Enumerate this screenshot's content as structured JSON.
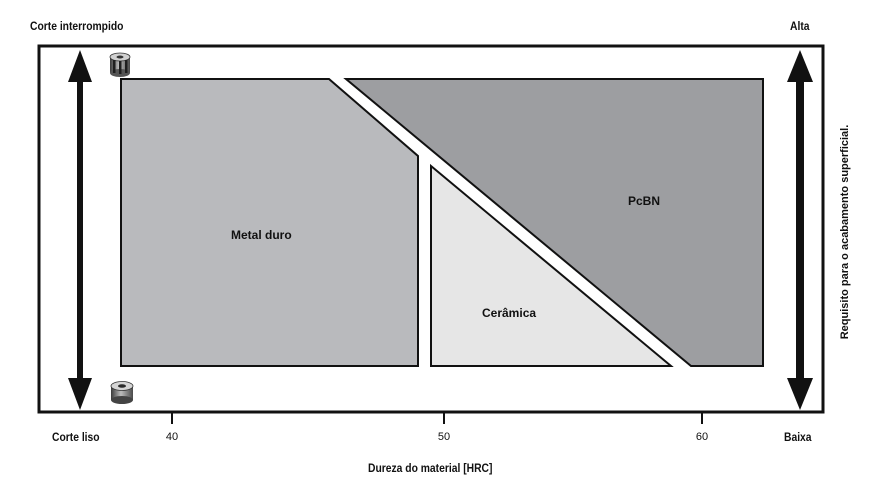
{
  "labels": {
    "top_left": "Corte interrompido",
    "bottom_left": "Corte liso",
    "top_right": "Alta",
    "bottom_right": "Baixa",
    "xlabel": "Dureza do material [HRC]",
    "right_axis": "Requisito para o acabamento superficial."
  },
  "ticks": [
    "40",
    "50",
    "60"
  ],
  "regions": {
    "metal_duro": "Metal duro",
    "ceramica": "Cerâmica",
    "pcbn": "PcBN"
  },
  "colors": {
    "metal_duro": "#b9babd",
    "ceramica": "#e6e6e6",
    "pcbn": "#9d9ea1",
    "frame": "#111111"
  }
}
